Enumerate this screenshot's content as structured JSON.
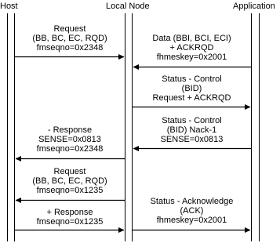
{
  "lanes": {
    "host": "Host",
    "local_node": "Local Node",
    "application": "Application"
  },
  "messages": [
    {
      "id": "request-1",
      "from": "host",
      "to": "local_node",
      "lines": [
        "Request",
        "(BB, BC, EC, RQD)",
        "fmseqno=0x2348"
      ]
    },
    {
      "id": "data",
      "from": "application",
      "to": "local_node",
      "lines": [
        "Data (BBI, BCI, ECI)",
        "+ ACKRQD",
        "fhmeskey=0x2001"
      ]
    },
    {
      "id": "status-control-bid",
      "from": "local_node",
      "to": "application",
      "lines": [
        "Status - Control",
        "(BID)",
        "Request + ACKRQD"
      ]
    },
    {
      "id": "status-control-nack",
      "from": "application",
      "to": "local_node",
      "lines": [
        "Status - Control",
        "(BID) Nack-1",
        "SENSE=0x0813"
      ]
    },
    {
      "id": "negative-response",
      "from": "local_node",
      "to": "host",
      "lines": [
        "- Response",
        "SENSE=0x0813",
        "fmseqno=0x2348"
      ]
    },
    {
      "id": "request-2",
      "from": "local_node",
      "to": "host",
      "lines": [
        "Request",
        "(BB, BC, EC, RQD)",
        "fmseqno=0x1235"
      ]
    },
    {
      "id": "positive-response",
      "from": "host",
      "to": "local_node",
      "lines": [
        "+ Response",
        "fmseqno=0x1235"
      ]
    },
    {
      "id": "status-acknowledge",
      "from": "local_node",
      "to": "application",
      "lines": [
        "Status - Acknowledge",
        "(ACK)",
        "fhmeskey=0x2001"
      ]
    }
  ],
  "colors": {
    "line": "#000000",
    "lane_fill": "#ffffff",
    "background": "#ffffff"
  }
}
